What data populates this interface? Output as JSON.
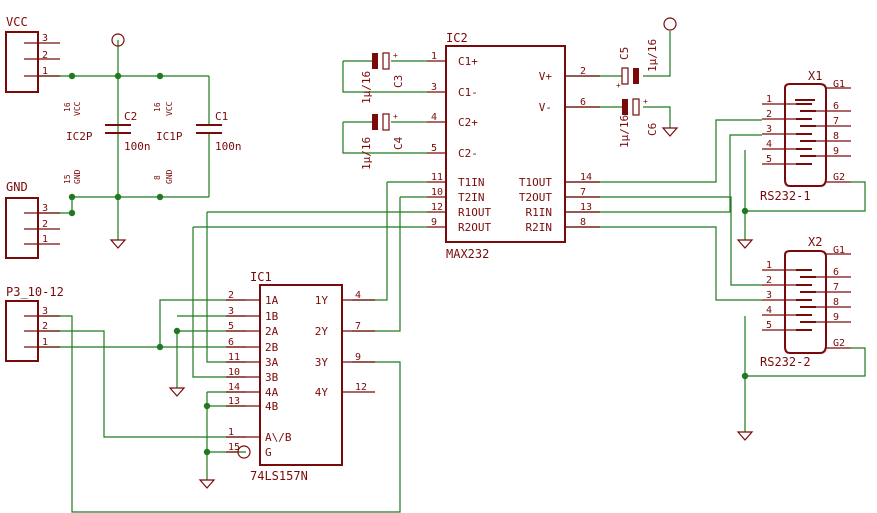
{
  "connectors": {
    "vcc": {
      "label": "VCC",
      "pins": [
        "3",
        "2",
        "1"
      ]
    },
    "gnd": {
      "label": "GND",
      "pins": [
        "3",
        "2",
        "1"
      ]
    },
    "p3": {
      "label": "P3_10-12",
      "pins": [
        "3",
        "2",
        "1"
      ]
    }
  },
  "caps": {
    "c2": {
      "name": "C2",
      "value": "100n"
    },
    "c1": {
      "name": "C1",
      "value": "100n"
    },
    "c3": {
      "name": "C3",
      "value": "1μ/16"
    },
    "c4": {
      "name": "C4",
      "value": "1μ/16"
    },
    "c5": {
      "name": "C5",
      "value": "1μ/16"
    },
    "c6": {
      "name": "C6",
      "value": "1μ/16"
    }
  },
  "power_labels": {
    "ic2p": "IC2P",
    "ic1p": "IC1P",
    "vcc": "VCC",
    "gnd": "GND",
    "pin16": "16",
    "pin15": "15",
    "pin8": "8"
  },
  "ic2": {
    "ref": "IC2",
    "part": "MAX232",
    "pins_left": [
      {
        "num": "1",
        "name": "C1+"
      },
      {
        "num": "3",
        "name": "C1-"
      },
      {
        "num": "4",
        "name": "C2+"
      },
      {
        "num": "5",
        "name": "C2-"
      },
      {
        "num": "11",
        "name": "T1IN"
      },
      {
        "num": "10",
        "name": "T2IN"
      },
      {
        "num": "12",
        "name": "R1OUT"
      },
      {
        "num": "9",
        "name": "R2OUT"
      }
    ],
    "pins_right": [
      {
        "num": "2",
        "name": "V+"
      },
      {
        "num": "6",
        "name": "V-"
      },
      {
        "num": "14",
        "name": "T1OUT"
      },
      {
        "num": "7",
        "name": "T2OUT"
      },
      {
        "num": "13",
        "name": "R1IN"
      },
      {
        "num": "8",
        "name": "R2IN"
      }
    ]
  },
  "ic1": {
    "ref": "IC1",
    "part": "74LS157N",
    "pins_left": [
      {
        "num": "2",
        "name": "1A"
      },
      {
        "num": "3",
        "name": "1B"
      },
      {
        "num": "5",
        "name": "2A"
      },
      {
        "num": "6",
        "name": "2B"
      },
      {
        "num": "11",
        "name": "3A"
      },
      {
        "num": "10",
        "name": "3B"
      },
      {
        "num": "14",
        "name": "4A"
      },
      {
        "num": "13",
        "name": "4B"
      },
      {
        "num": "1",
        "name": "A\\/B"
      },
      {
        "num": "15",
        "name": "G"
      }
    ],
    "pins_right": [
      {
        "num": "4",
        "name": "1Y"
      },
      {
        "num": "7",
        "name": "2Y"
      },
      {
        "num": "9",
        "name": "3Y"
      },
      {
        "num": "12",
        "name": "4Y"
      }
    ]
  },
  "x1": {
    "ref": "X1",
    "part": "RS232-1",
    "pins_left": [
      "1",
      "2",
      "3",
      "4",
      "5"
    ],
    "pins_right": [
      "6",
      "7",
      "8",
      "9"
    ],
    "g1": "G1",
    "g2": "G2"
  },
  "x2": {
    "ref": "X2",
    "part": "RS232-2",
    "pins_left": [
      "1",
      "2",
      "3",
      "4",
      "5"
    ],
    "pins_right": [
      "6",
      "7",
      "8",
      "9"
    ],
    "g1": "G1",
    "g2": "G2"
  },
  "colors": {
    "part": "#7a0a0a",
    "wire": "#1f7a1f",
    "background": "#ffffff"
  }
}
